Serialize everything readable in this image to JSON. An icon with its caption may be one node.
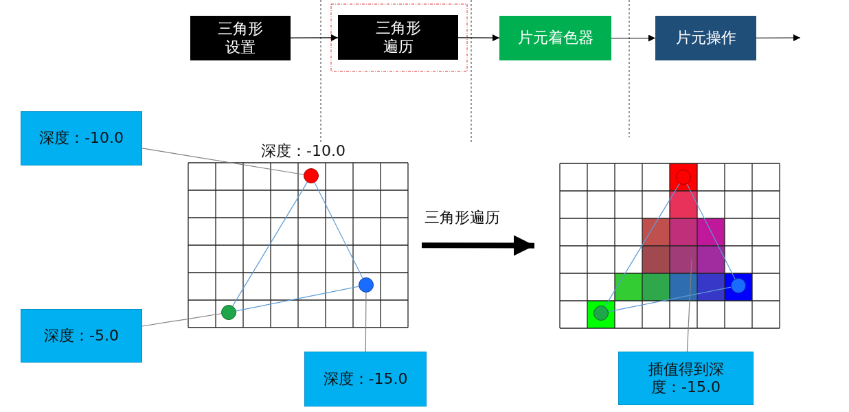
{
  "diagram": {
    "nodes": [
      {
        "text": [
          "三角形设置"
        ]
      },
      {
        "text": [
          "三角形遍历"
        ]
      },
      {
        "text": [
          "片元着色器"
        ]
      },
      {
        "text": [
          "片元操作"
        ]
      },
      {
        "text": [
          "深度：-10.0"
        ]
      },
      {
        "text": [],
        "shape": "grid"
      },
      {
        "text": [],
        "shape": "circle",
        "in": 5
      },
      {
        "text": [],
        "shape": "circle",
        "in": 5
      },
      {
        "text": [],
        "shape": "circle",
        "in": 5
      },
      {
        "text": [
          "深度：-5.0"
        ]
      },
      {
        "text": [
          "深度：-15.0"
        ]
      },
      {
        "text": [],
        "shape": "grid"
      },
      {
        "text": [],
        "shape": "circle",
        "in": 11
      },
      {
        "text": [],
        "shape": "circle",
        "in": 11
      },
      {
        "text": [],
        "shape": "circle",
        "in": 11
      },
      {
        "text": [
          "插值得到深度：-15.0"
        ]
      }
    ],
    "edges": [
      {
        "from": 0,
        "to": 1,
        "arrow": "to",
        "color": "#000000"
      },
      {
        "from": 1,
        "to": 2,
        "arrow": "to",
        "color": "#000000"
      },
      {
        "from": 2,
        "to": 3,
        "arrow": "to",
        "color": "#000000"
      },
      {
        "from": 3,
        "to": null,
        "arrow": "to",
        "color": "#000000"
      },
      {
        "from": 4,
        "to": 7,
        "arrow": "none",
        "color": "#808080"
      },
      {
        "from": 9,
        "to": 6,
        "arrow": "none",
        "color": "#808080"
      },
      {
        "from": 10,
        "to": 8,
        "arrow": "none",
        "color": "#808080"
      },
      {
        "from": 6,
        "to": 7,
        "arrow": "none",
        "color": "#5b9bd5"
      },
      {
        "from": 7,
        "to": 8,
        "arrow": "none",
        "color": "#5b9bd5"
      },
      {
        "from": 8,
        "to": 6,
        "arrow": "none",
        "color": "#5b9bd5"
      },
      {
        "from": 5,
        "to": 11,
        "arrow": "to",
        "style": "thick",
        "color": "#000000",
        "label": "三角形遍历"
      },
      {
        "from": 12,
        "to": 13,
        "arrow": "none",
        "color": "#5b9bd5"
      },
      {
        "from": 13,
        "to": 14,
        "arrow": "none",
        "color": "#5b9bd5"
      },
      {
        "from": 14,
        "to": 12,
        "arrow": "none",
        "color": "#5b9bd5"
      },
      {
        "from": 15,
        "to": null,
        "arrow": "none",
        "color": "#808080"
      }
    ],
    "labels": [
      "深度：-10.0"
    ]
  }
}
